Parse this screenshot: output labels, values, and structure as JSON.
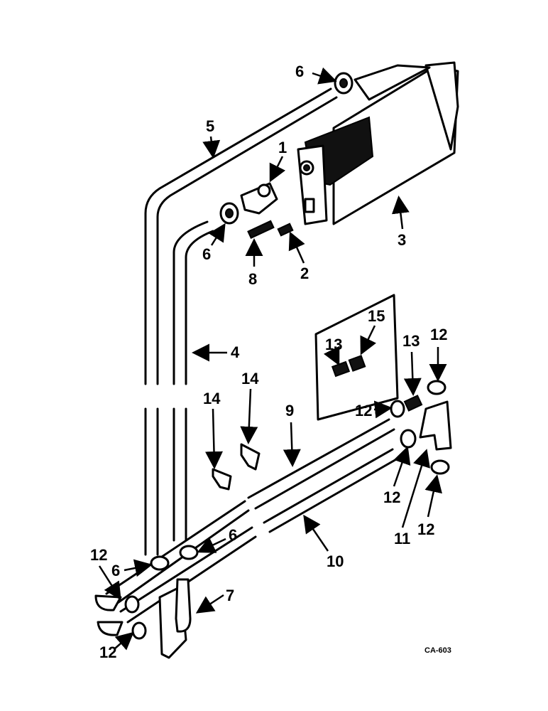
{
  "diagram": {
    "code": "CA-603",
    "callouts": [
      "1",
      "2",
      "3",
      "4",
      "5",
      "6",
      "7",
      "8",
      "9",
      "10",
      "11",
      "12",
      "13",
      "14",
      "15"
    ]
  }
}
